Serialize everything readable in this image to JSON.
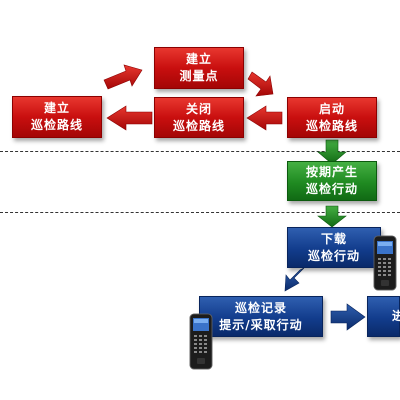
{
  "boxes": {
    "build_point": "建立\n测量点",
    "build_route": "建立\n巡检路线",
    "close_route": "关闭\n巡检路线",
    "start_route": "启动\n巡检路线",
    "schedule": "按期产生\n巡检行动",
    "download": "下载\n巡检行动",
    "record": "巡检记录\n提示/采取行动",
    "next_partial": "进"
  },
  "colors": {
    "red": "#cc1414",
    "green": "#1f8a21",
    "blue": "#123c8c"
  }
}
